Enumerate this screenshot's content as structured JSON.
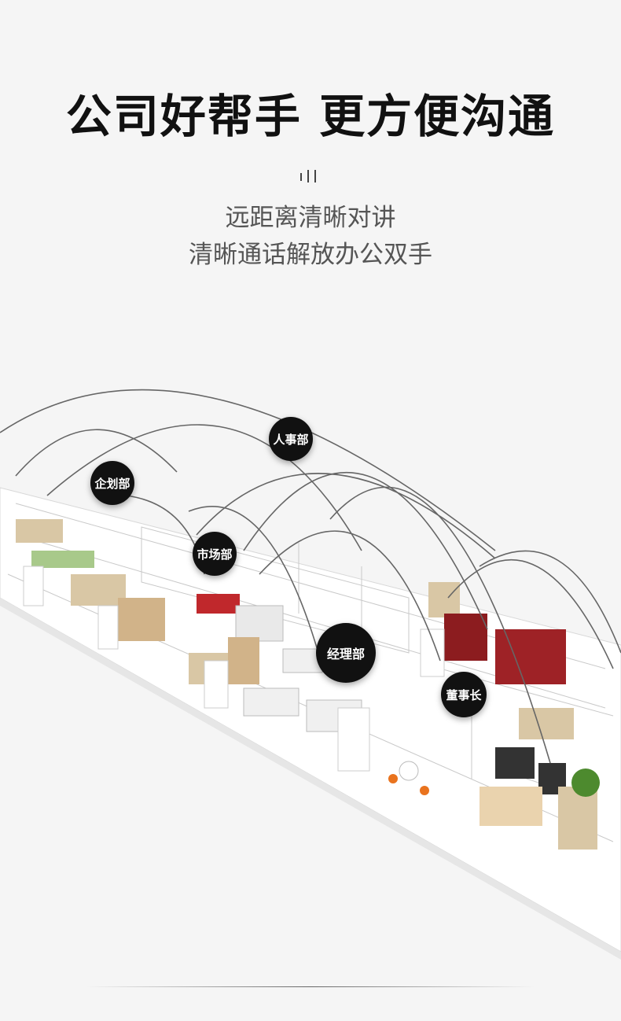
{
  "header": {
    "title": "公司好帮手 更方便沟通",
    "subtitle_line1": "远距离清晰对讲",
    "subtitle_line2": "清晰通话解放办公双手"
  },
  "departments": {
    "planning": "企划部",
    "hr": "人事部",
    "marketing": "市场部",
    "manager": "经理部",
    "chairman": "董事长"
  }
}
